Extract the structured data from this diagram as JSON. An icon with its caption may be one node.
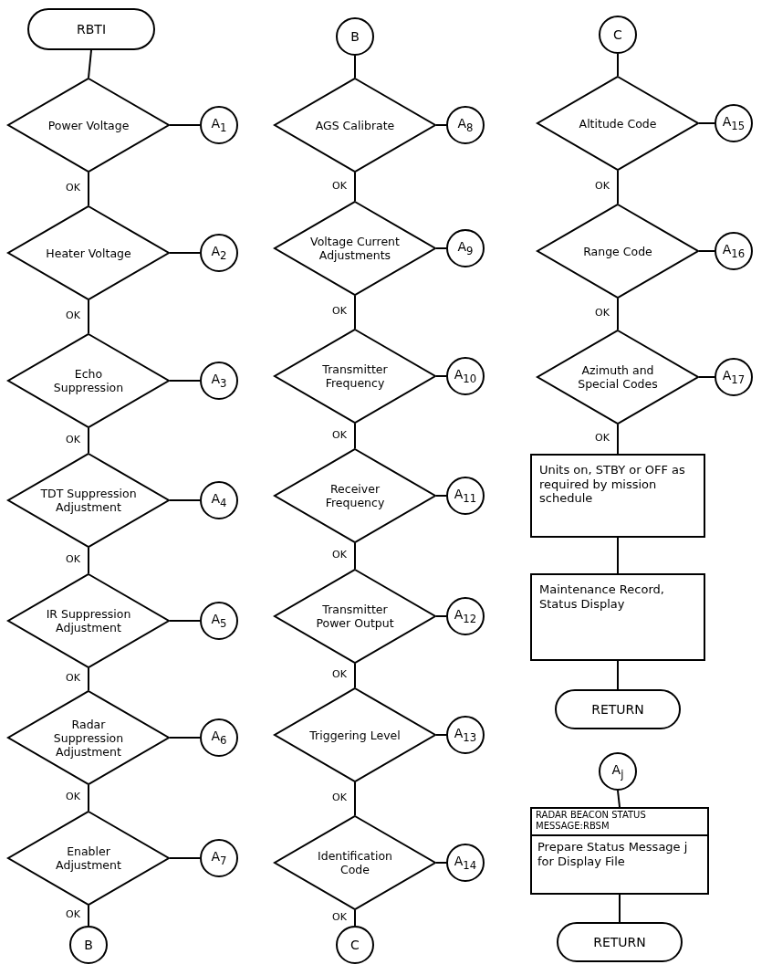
{
  "diagram": {
    "nodes": [
      {
        "text": [
          "RBTI"
        ]
      },
      {
        "text": [
          "Power Voltage"
        ]
      },
      {
        "text": [
          "A$_{1}$"
        ]
      },
      {
        "text": [
          "Heater Voltage"
        ]
      },
      {
        "text": [
          "A$_{2}$"
        ]
      },
      {
        "text": [
          "Echo Suppression"
        ]
      },
      {
        "text": [
          "A$_{3}$"
        ]
      },
      {
        "text": [
          "TDT Suppression Adjustment"
        ]
      },
      {
        "text": [
          "A$_{4}$"
        ]
      },
      {
        "text": [
          "IR Suppression Adjustment"
        ]
      },
      {
        "text": [
          "A$_{5}$"
        ]
      },
      {
        "text": [
          "Radar Suppression Adjustment"
        ]
      },
      {
        "text": [
          "A$_{6}$"
        ]
      },
      {
        "text": [
          "Enabler Adjustment"
        ]
      },
      {
        "text": [
          "A$_{7}$"
        ]
      },
      {
        "text": [
          "B"
        ]
      },
      {
        "text": [
          "B"
        ]
      },
      {
        "text": [
          "AGS Calibrate"
        ]
      },
      {
        "text": [
          "A$_{8}$"
        ]
      },
      {
        "text": [
          "Voltage Current Adjustments"
        ]
      },
      {
        "text": [
          "A$_{9}$"
        ]
      },
      {
        "text": [
          "Transmitter Frequency"
        ]
      },
      {
        "text": [
          "A$_{10}$"
        ]
      },
      {
        "text": [
          "Receiver Frequency"
        ]
      },
      {
        "text": [
          "A$_{11}$"
        ]
      },
      {
        "text": [
          "Transmitter Power Output"
        ]
      },
      {
        "text": [
          "A$_{12}$"
        ]
      },
      {
        "text": [
          "Triggering Level"
        ]
      },
      {
        "text": [
          "A$_{13}$"
        ]
      },
      {
        "text": [
          "Identification Code"
        ]
      },
      {
        "text": [
          "A$_{14}$"
        ]
      },
      {
        "text": [
          "C"
        ]
      },
      {
        "text": [
          "C"
        ]
      },
      {
        "text": [
          "Altitude Code"
        ]
      },
      {
        "text": [
          "A$_{15}$"
        ]
      },
      {
        "text": [
          "Range Code"
        ]
      },
      {
        "text": [
          "A$_{16}$"
        ]
      },
      {
        "text": [
          "Azimuth and Special Codes"
        ]
      },
      {
        "text": [
          "A$_{17}$"
        ]
      },
      {
        "text": [
          "Units on, STBY or OFF as required by mission schedule"
        ]
      },
      {
        "text": [
          "Maintenance Record, Status Display"
        ]
      },
      {
        "text": [
          "RETURN"
        ]
      },
      {
        "text": [
          "A$_{j}$"
        ]
      },
      {
        "text": [
          "RADAR BEACON STATUS MESSAGE:RBSM",
          "Prepare Status Message j for Display File"
        ]
      },
      {
        "text": [
          "RETURN"
        ]
      }
    ],
    "edges": [
      {
        "from": 0,
        "to": 1,
        "arrow": "none"
      },
      {
        "from": 1,
        "to": 2,
        "arrow": "none"
      },
      {
        "from": 1,
        "to": 3,
        "arrow": "none",
        "label": "OK"
      },
      {
        "from": 3,
        "to": 4,
        "arrow": "none"
      },
      {
        "from": 3,
        "to": 5,
        "arrow": "none",
        "label": "OK"
      },
      {
        "from": 5,
        "to": 6,
        "arrow": "none"
      },
      {
        "from": 5,
        "to": 7,
        "arrow": "none",
        "label": "OK"
      },
      {
        "from": 7,
        "to": 8,
        "arrow": "none"
      },
      {
        "from": 7,
        "to": 9,
        "arrow": "none",
        "label": "OK"
      },
      {
        "from": 9,
        "to": 10,
        "arrow": "none"
      },
      {
        "from": 9,
        "to": 11,
        "arrow": "none",
        "label": "OK"
      },
      {
        "from": 11,
        "to": 12,
        "arrow": "none"
      },
      {
        "from": 11,
        "to": 13,
        "arrow": "none",
        "label": "OK"
      },
      {
        "from": 13,
        "to": 14,
        "arrow": "none"
      },
      {
        "from": 13,
        "to": 15,
        "arrow": "none",
        "label": "OK"
      },
      {
        "from": 16,
        "to": 17,
        "arrow": "none"
      },
      {
        "from": 17,
        "to": 18,
        "arrow": "none"
      },
      {
        "from": 17,
        "to": 19,
        "arrow": "none",
        "label": "OK"
      },
      {
        "from": 19,
        "to": 20,
        "arrow": "none"
      },
      {
        "from": 19,
        "to": 21,
        "arrow": "none",
        "label": "OK"
      },
      {
        "from": 21,
        "to": 22,
        "arrow": "none"
      },
      {
        "from": 21,
        "to": 23,
        "arrow": "none",
        "label": "OK"
      },
      {
        "from": 23,
        "to": 24,
        "arrow": "none"
      },
      {
        "from": 23,
        "to": 25,
        "arrow": "none",
        "label": "OK"
      },
      {
        "from": 25,
        "to": 26,
        "arrow": "none"
      },
      {
        "from": 25,
        "to": 27,
        "arrow": "none",
        "label": "OK"
      },
      {
        "from": 27,
        "to": 28,
        "arrow": "none"
      },
      {
        "from": 27,
        "to": 29,
        "arrow": "none",
        "label": "OK"
      },
      {
        "from": 29,
        "to": 30,
        "arrow": "none"
      },
      {
        "from": 29,
        "to": 31,
        "arrow": "none",
        "label": "OK"
      },
      {
        "from": 32,
        "to": 33,
        "arrow": "none"
      },
      {
        "from": 33,
        "to": 34,
        "arrow": "none"
      },
      {
        "from": 33,
        "to": 35,
        "arrow": "none",
        "label": "OK"
      },
      {
        "from": 35,
        "to": 36,
        "arrow": "none"
      },
      {
        "from": 35,
        "to": 37,
        "arrow": "none",
        "label": "OK"
      },
      {
        "from": 37,
        "to": 38,
        "arrow": "none"
      },
      {
        "from": 37,
        "to": 39,
        "arrow": "none",
        "label": "OK"
      },
      {
        "from": 39,
        "to": 40,
        "arrow": "none"
      },
      {
        "from": 40,
        "to": 41,
        "arrow": "none"
      },
      {
        "from": 42,
        "to": 43,
        "arrow": "none"
      },
      {
        "from": 43,
        "to": 44,
        "arrow": "none"
      }
    ]
  }
}
